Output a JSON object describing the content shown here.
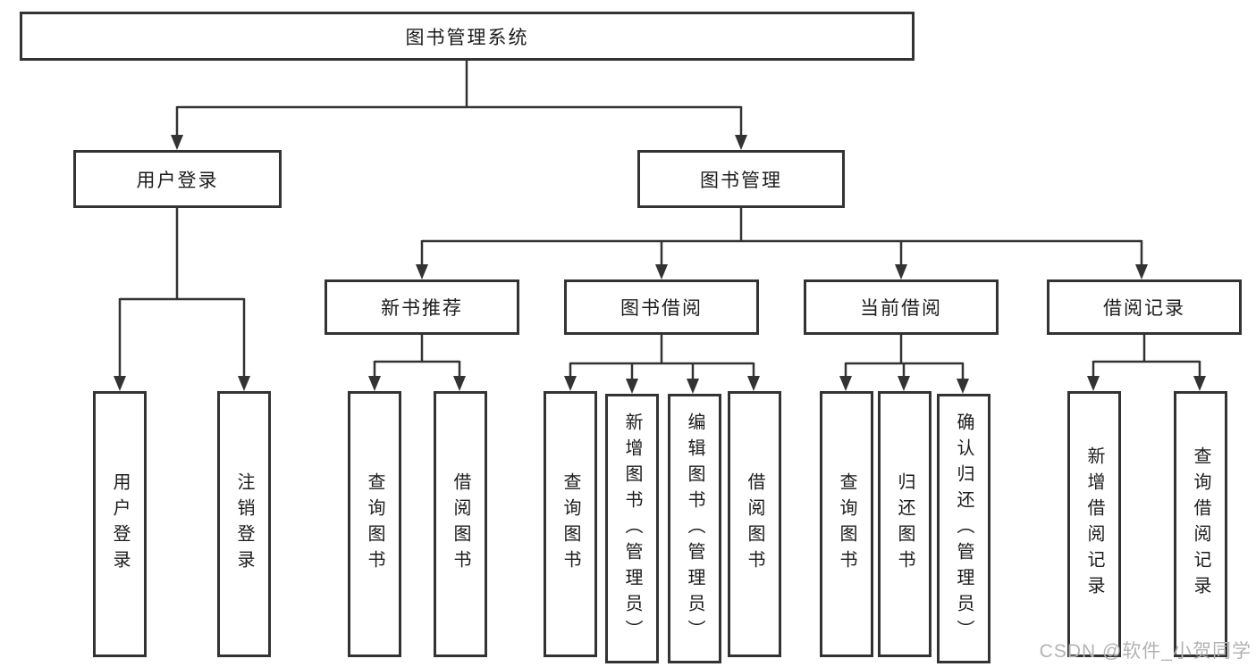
{
  "diagram": {
    "title": "图书管理系统",
    "tree": {
      "label": "图书管理系统",
      "children": [
        {
          "label": "用户登录",
          "children": [
            {
              "label": "用户登录"
            },
            {
              "label": "注销登录"
            }
          ]
        },
        {
          "label": "图书管理",
          "children": [
            {
              "label": "新书推荐",
              "children": [
                {
                  "label": "查询图书"
                },
                {
                  "label": "借阅图书"
                }
              ]
            },
            {
              "label": "图书借阅",
              "children": [
                {
                  "label": "查询图书"
                },
                {
                  "label": "新增图书（管理员）"
                },
                {
                  "label": "编辑图书（管理员）"
                },
                {
                  "label": "借阅图书"
                }
              ]
            },
            {
              "label": "当前借阅",
              "children": [
                {
                  "label": "查询图书"
                },
                {
                  "label": "归还图书"
                },
                {
                  "label": "确认归还（管理员）"
                }
              ]
            },
            {
              "label": "借阅记录",
              "children": [
                {
                  "label": "新增借阅记录"
                },
                {
                  "label": "查询借阅记录"
                }
              ]
            }
          ]
        }
      ]
    },
    "colors": {
      "line": "#333333",
      "text": "#1c1c1c",
      "watermark": "#b3b3b3",
      "background": "#ffffff"
    },
    "watermark": "CSDN @软件_小贺同学"
  }
}
